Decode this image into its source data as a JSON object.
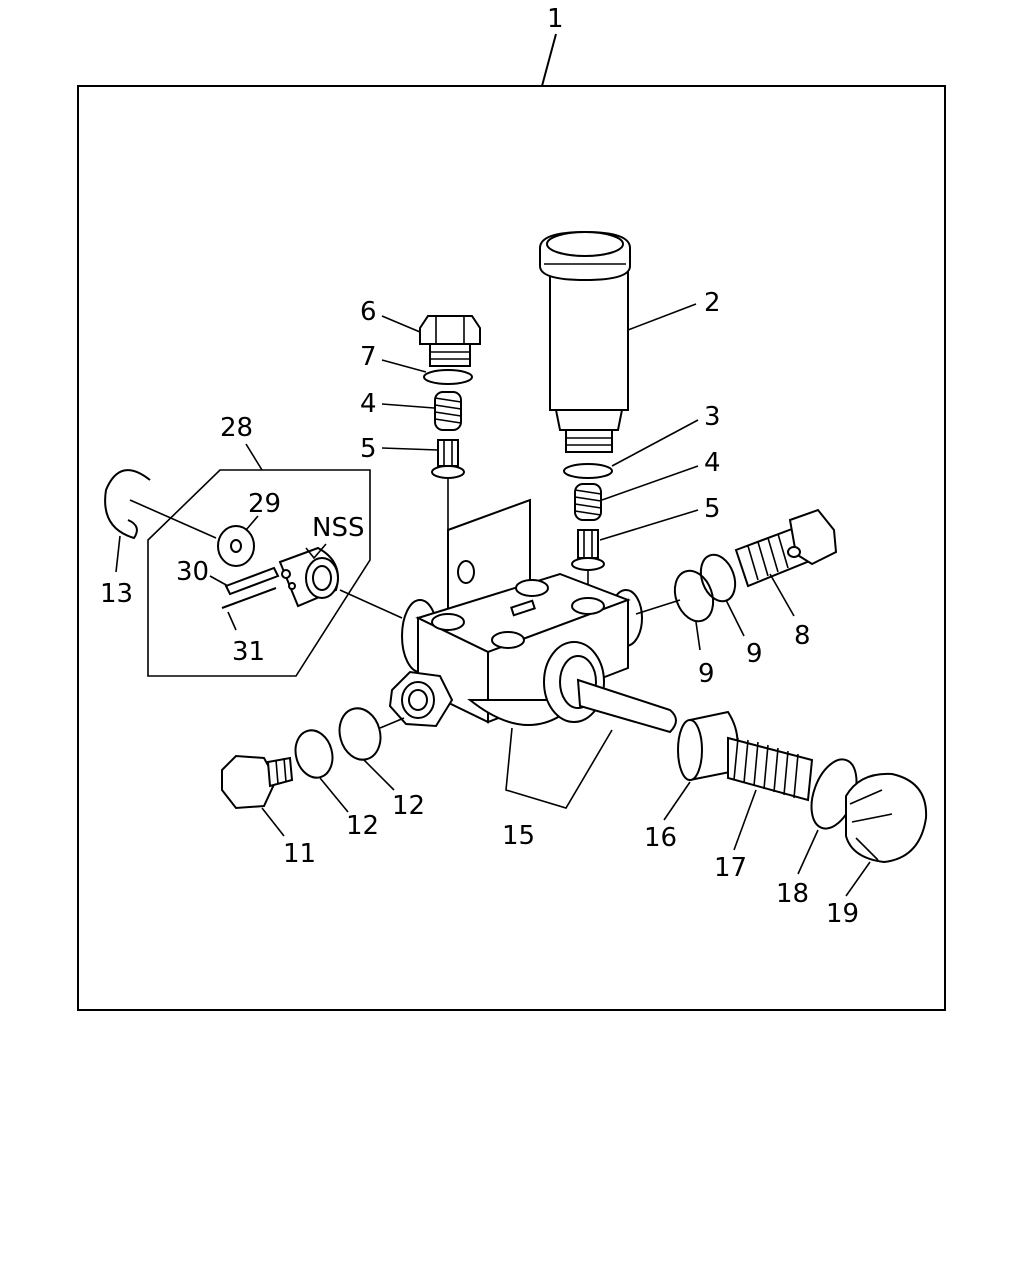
{
  "callouts": {
    "c1": "1",
    "c2": "2",
    "c3": "3",
    "c4a": "4",
    "c4b": "4",
    "c5a": "5",
    "c5b": "5",
    "c6": "6",
    "c7": "7",
    "c8": "8",
    "c9a": "9",
    "c9b": "9",
    "c11": "11",
    "c12a": "12",
    "c12b": "12",
    "c13": "13",
    "c15": "15",
    "c16": "16",
    "c17": "17",
    "c18": "18",
    "c19": "19",
    "c28": "28",
    "c29": "29",
    "c30": "30",
    "c31": "31",
    "nss": "NSS"
  }
}
